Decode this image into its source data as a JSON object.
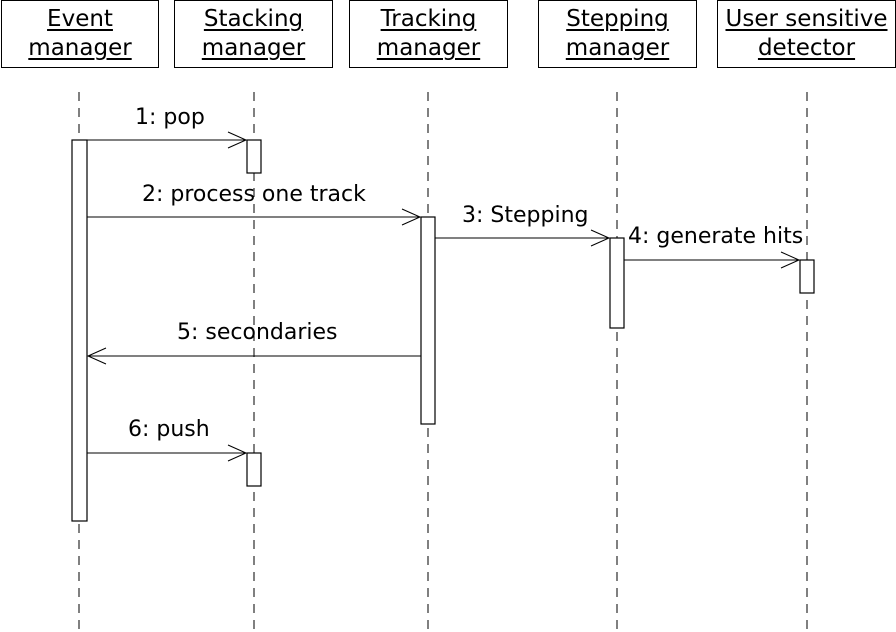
{
  "participants": [
    {
      "id": "event",
      "lines": [
        "Event",
        "manager"
      ]
    },
    {
      "id": "stacking",
      "lines": [
        "Stacking",
        "manager"
      ]
    },
    {
      "id": "tracking",
      "lines": [
        "Tracking",
        "manager"
      ]
    },
    {
      "id": "stepping",
      "lines": [
        "Stepping",
        "manager"
      ]
    },
    {
      "id": "user-detector",
      "lines": [
        "User sensitive",
        "detector"
      ]
    }
  ],
  "messages": [
    {
      "label": "1: pop",
      "from": "event",
      "to": "stacking"
    },
    {
      "label": "2: process one track",
      "from": "event",
      "to": "tracking"
    },
    {
      "label": "3: Stepping",
      "from": "tracking",
      "to": "stepping"
    },
    {
      "label": "4: generate hits",
      "from": "stepping",
      "to": "user-detector"
    },
    {
      "label": "5: secondaries",
      "from": "tracking",
      "to": "event"
    },
    {
      "label": "6: push",
      "from": "event",
      "to": "stacking"
    }
  ],
  "colors": {
    "line": "#000000",
    "background": "#ffffff"
  }
}
